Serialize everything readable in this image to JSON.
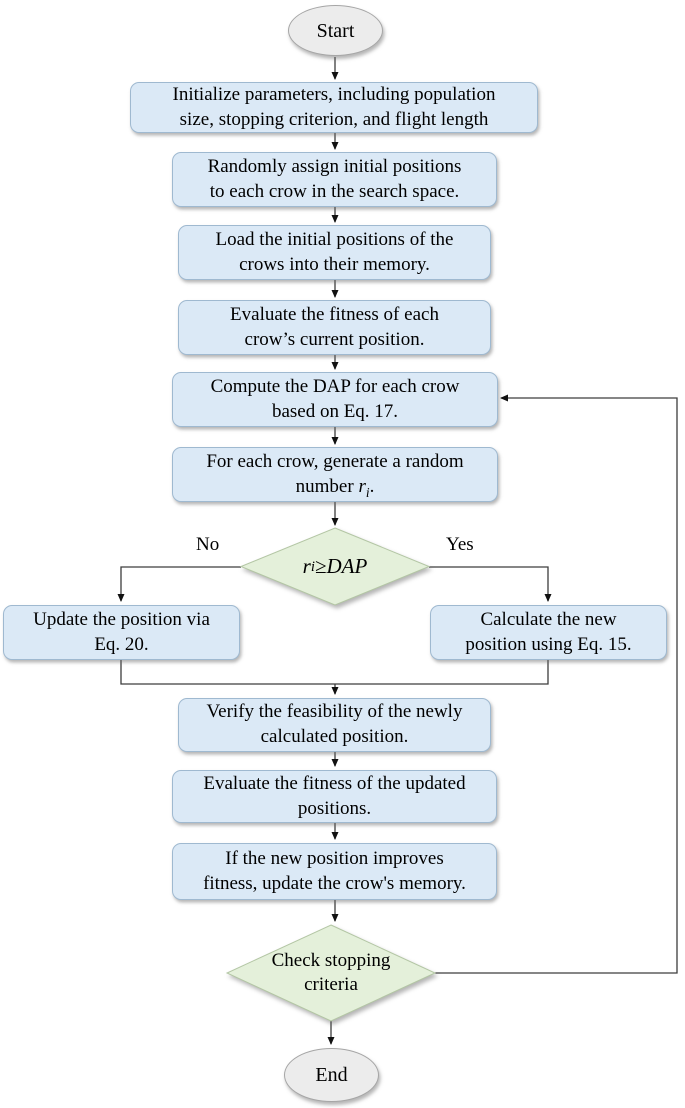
{
  "palette": {
    "background": "#ffffff",
    "process_fill": "#dbe9f6",
    "process_border": "#9fb9d0",
    "decision_fill": "#e4f0da",
    "decision_border": "#b3c6a4",
    "terminal_fill": "#ececec",
    "terminal_border": "#a6a6a6",
    "connector_color": "#3d3d3d",
    "arrowhead_color": "#111111",
    "text_color": "#000000"
  },
  "flowchart": {
    "nodes": {
      "start": {
        "label": "Start",
        "type": "terminal"
      },
      "init": {
        "label": "Initialize parameters, including population\nsize, stopping criterion, and flight length",
        "type": "process"
      },
      "assign": {
        "label": "Randomly assign initial positions\nto each crow in the search space.",
        "type": "process"
      },
      "load": {
        "label": "Load the initial positions of the\ncrows into their memory.",
        "type": "process"
      },
      "evaluate": {
        "label": "Evaluate the fitness of each\ncrow’s current position.",
        "type": "process"
      },
      "dap": {
        "label": "Compute the DAP for each crow\nbased on Eq. 17.",
        "type": "process"
      },
      "random": {
        "type": "process",
        "label_rich": [
          {
            "text": "For each crow, generate a random\nnumber "
          },
          {
            "text": "r",
            "italic": true
          },
          {
            "text": "i",
            "italic": true,
            "sub": true
          },
          {
            "text": "."
          }
        ]
      },
      "decision_dap": {
        "type": "decision",
        "label_rich": [
          {
            "text": "r",
            "italic": true
          },
          {
            "text": "i",
            "italic": true,
            "sub": true
          },
          {
            "text": " ≥ "
          },
          {
            "text": "DAP",
            "italic": true
          }
        ]
      },
      "update_pos": {
        "label": "Update the position via\nEq. 20.",
        "type": "process"
      },
      "calc_pos": {
        "label": "Calculate the new\nposition using Eq. 15.",
        "type": "process"
      },
      "verify": {
        "label": "Verify the feasibility of the newly\ncalculated position.",
        "type": "process"
      },
      "evaluate_updated": {
        "label": "Evaluate the fitness of the updated\npositions.",
        "type": "process"
      },
      "memory": {
        "label": "If the new position improves\nfitness, update the crow's memory.",
        "type": "process"
      },
      "check_stop": {
        "label": "Check stopping\ncriteria",
        "type": "decision"
      },
      "end": {
        "label": "End",
        "type": "terminal"
      }
    },
    "edge_labels": {
      "no": "No",
      "yes": "Yes"
    }
  }
}
